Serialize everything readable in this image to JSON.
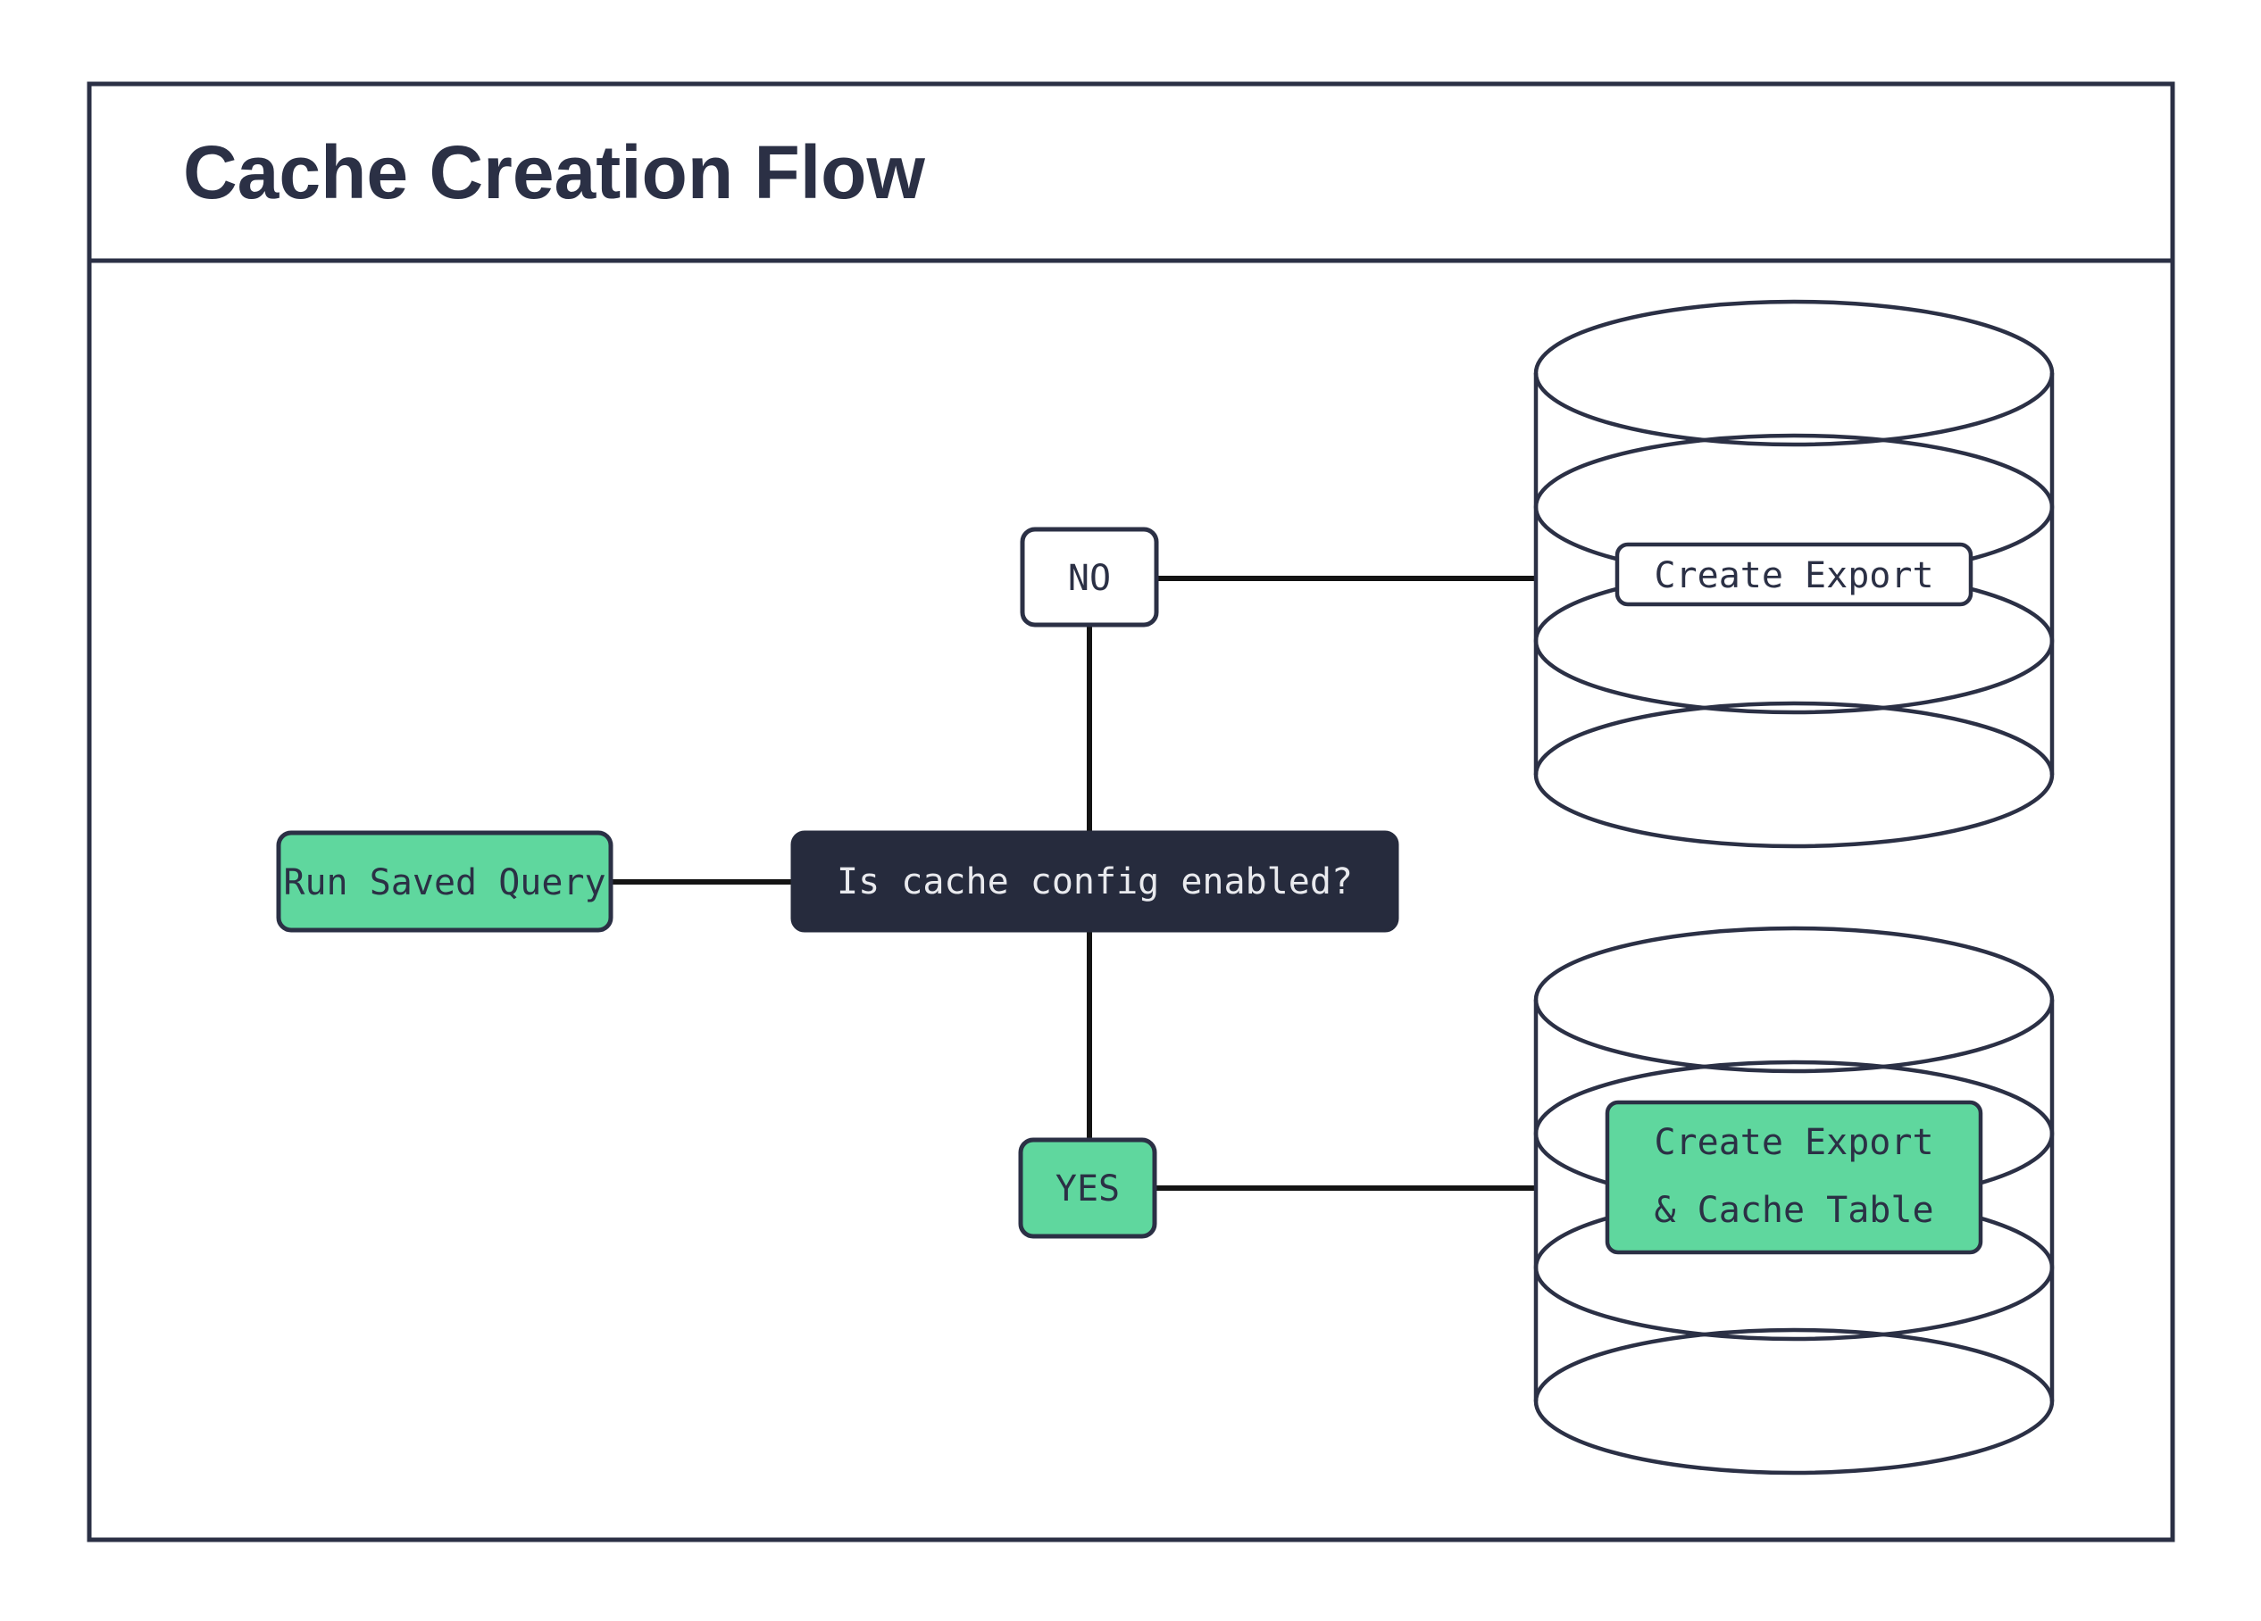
{
  "title": "Cache Creation Flow",
  "colors": {
    "ink": "#2b3045",
    "line": "#141414",
    "green": "#5fd79e",
    "dark_fill": "#262b3d",
    "light_text": "#e9eaee",
    "white": "#ffffff"
  },
  "nodes": {
    "start": {
      "label": "Run Saved Query",
      "type": "process"
    },
    "decision": {
      "label": "Is cache config enabled?",
      "type": "decision"
    },
    "branch_no": {
      "label": "NO",
      "type": "branch"
    },
    "branch_yes": {
      "label": "YES",
      "type": "branch"
    },
    "db_export": {
      "label": "Create Export",
      "type": "database"
    },
    "db_cache": {
      "label_line1": "Create Export",
      "label_line2": "& Cache Table",
      "type": "database"
    }
  },
  "edges": [
    {
      "from": "start",
      "to": "decision"
    },
    {
      "from": "decision",
      "to": "branch_no"
    },
    {
      "from": "branch_no",
      "to": "db_export"
    },
    {
      "from": "decision",
      "to": "branch_yes"
    },
    {
      "from": "branch_yes",
      "to": "db_cache"
    }
  ]
}
